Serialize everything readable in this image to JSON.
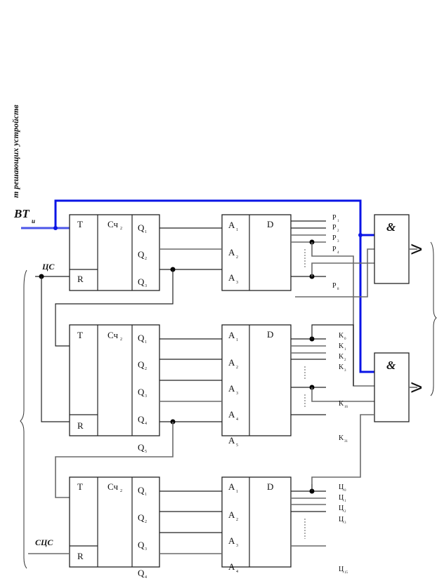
{
  "vertical_caption": "т решающих устройств",
  "signals": {
    "bt_main": "BT",
    "bt_sub": "и",
    "cs": "ЦС",
    "scs": "СЦС"
  },
  "counters": [
    {
      "t": "T",
      "r": "R",
      "name": "Сч",
      "name_sub": "2",
      "outputs": [
        [
          "Q",
          "1"
        ],
        [
          "Q",
          "2"
        ],
        [
          "Q",
          "3"
        ]
      ],
      "extra_output": null
    },
    {
      "t": "T",
      "r": "R",
      "name": "Сч",
      "name_sub": "2",
      "outputs": [
        [
          "Q",
          "1"
        ],
        [
          "Q",
          "2"
        ],
        [
          "Q",
          "3"
        ],
        [
          "Q",
          "4"
        ]
      ],
      "extra_output": [
        "Q",
        "5"
      ]
    },
    {
      "t": "T",
      "r": "R",
      "name": "Сч",
      "name_sub": "2",
      "outputs": [
        [
          "Q",
          "1"
        ],
        [
          "Q",
          "2"
        ],
        [
          "Q",
          "3"
        ]
      ],
      "extra_output": [
        "Q",
        "4"
      ]
    }
  ],
  "decoders": [
    {
      "name": "D",
      "inputs": [
        [
          "A",
          "1"
        ],
        [
          "A",
          "2"
        ],
        [
          "A",
          "3"
        ]
      ],
      "extra_input": null
    },
    {
      "name": "D",
      "inputs": [
        [
          "A",
          "1"
        ],
        [
          "A",
          "2"
        ],
        [
          "A",
          "3"
        ],
        [
          "A",
          "4"
        ]
      ],
      "extra_input": [
        "A",
        "5"
      ]
    },
    {
      "name": "D",
      "inputs": [
        [
          "A",
          "1"
        ],
        [
          "A",
          "2"
        ],
        [
          "A",
          "3"
        ]
      ],
      "extra_input": [
        "A",
        "4"
      ]
    }
  ],
  "decoder_outputs": [
    [
      [
        "P",
        "1"
      ],
      [
        "P",
        "2"
      ],
      [
        "P",
        "3"
      ],
      [
        "P",
        "4"
      ],
      [
        "P",
        "8"
      ]
    ],
    [
      [
        "K",
        "0"
      ],
      [
        "K",
        "1"
      ],
      [
        "K",
        "2"
      ],
      [
        "K",
        "3"
      ],
      [
        "K",
        "16"
      ],
      [
        "K",
        "31"
      ]
    ],
    [
      [
        "Ц",
        "0"
      ],
      [
        "Ц",
        "1"
      ],
      [
        "Ц",
        "2"
      ],
      [
        "Ц",
        "3"
      ],
      [
        "Ц",
        "15"
      ]
    ]
  ],
  "gates": [
    {
      "symbol": "&",
      "output_symbol": ">"
    },
    {
      "symbol": "&",
      "output_symbol": ">"
    }
  ],
  "colors": {
    "bus": "#0a14e6",
    "wire": "#222222",
    "wire_gray": "#6a6a6a"
  }
}
